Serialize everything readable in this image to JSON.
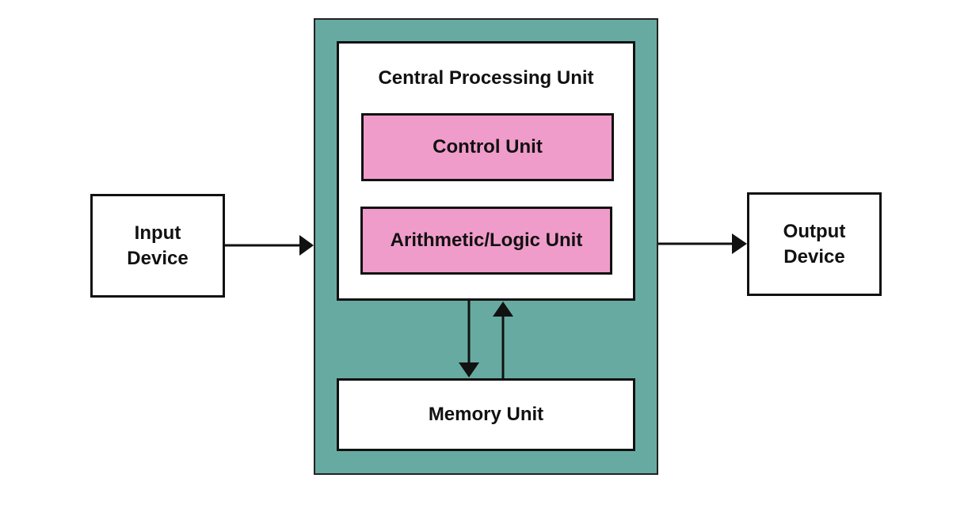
{
  "diagram": {
    "input_device": "Input\nDevice",
    "output_device": "Output\nDevice",
    "cpu_title": "Central Processing Unit",
    "control_unit": "Control Unit",
    "alu": "Arithmetic/Logic Unit",
    "memory_unit": "Memory Unit"
  },
  "colors": {
    "frame_fill": "#67aaa1",
    "unit_fill": "#f09cca",
    "box_fill": "#ffffff",
    "stroke": "#111111"
  },
  "connections": [
    {
      "from": "input_device",
      "to": "computer_frame"
    },
    {
      "from": "computer_frame",
      "to": "output_device"
    },
    {
      "from": "cpu",
      "to": "memory_unit"
    },
    {
      "from": "memory_unit",
      "to": "cpu"
    }
  ]
}
